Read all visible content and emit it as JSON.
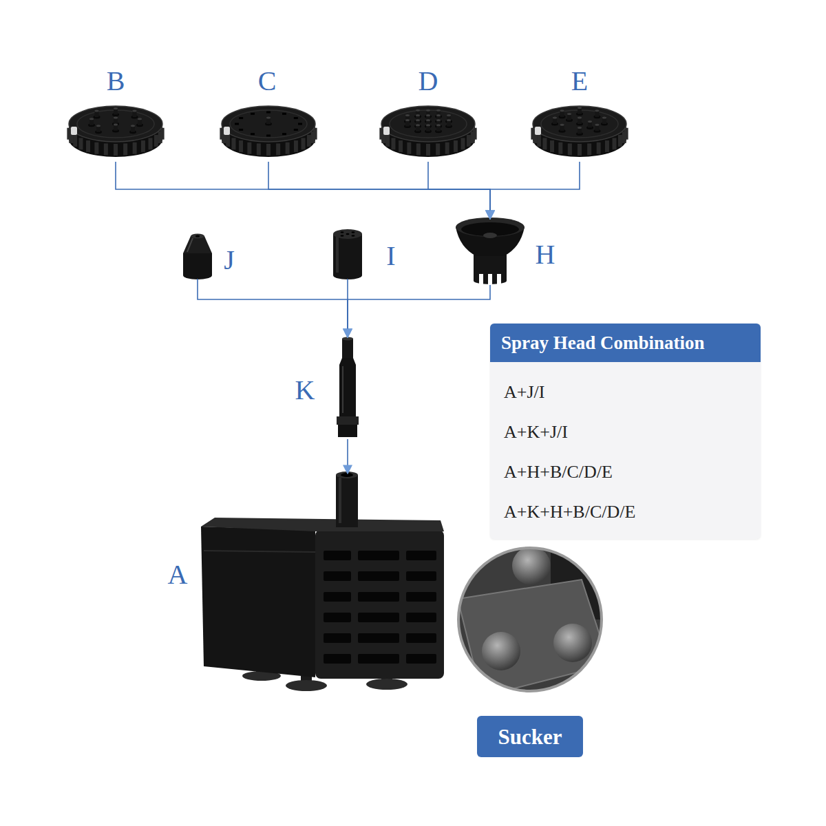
{
  "diagram": {
    "nodes": [
      {
        "text": [
          "B"
        ]
      },
      {
        "text": [
          "C"
        ]
      },
      {
        "text": [
          "D"
        ]
      },
      {
        "text": [
          "E"
        ]
      },
      {
        "text": [
          "J"
        ]
      },
      {
        "text": [
          "I"
        ]
      },
      {
        "text": [
          "H"
        ]
      },
      {
        "text": [
          "K"
        ]
      },
      {
        "text": [
          "A"
        ]
      },
      {
        "text": [
          "Spray Head Combination",
          "A+J/I",
          "A+K+J/I",
          "A+H+B/C/D/E",
          "A+K+H+B/C/D/E"
        ]
      },
      {
        "text": [
          "Sucker"
        ]
      }
    ],
    "edges": [
      {
        "from": 0,
        "to": 6,
        "arrow": "to"
      },
      {
        "from": 1,
        "to": 6,
        "arrow": "to"
      },
      {
        "from": 2,
        "to": 6,
        "arrow": "to"
      },
      {
        "from": 3,
        "to": 6,
        "arrow": "to"
      },
      {
        "from": 4,
        "to": 7,
        "arrow": "to"
      },
      {
        "from": 5,
        "to": 7,
        "arrow": "to"
      },
      {
        "from": 6,
        "to": 7,
        "arrow": "to"
      },
      {
        "from": 7,
        "to": 8,
        "arrow": "to"
      }
    ]
  }
}
